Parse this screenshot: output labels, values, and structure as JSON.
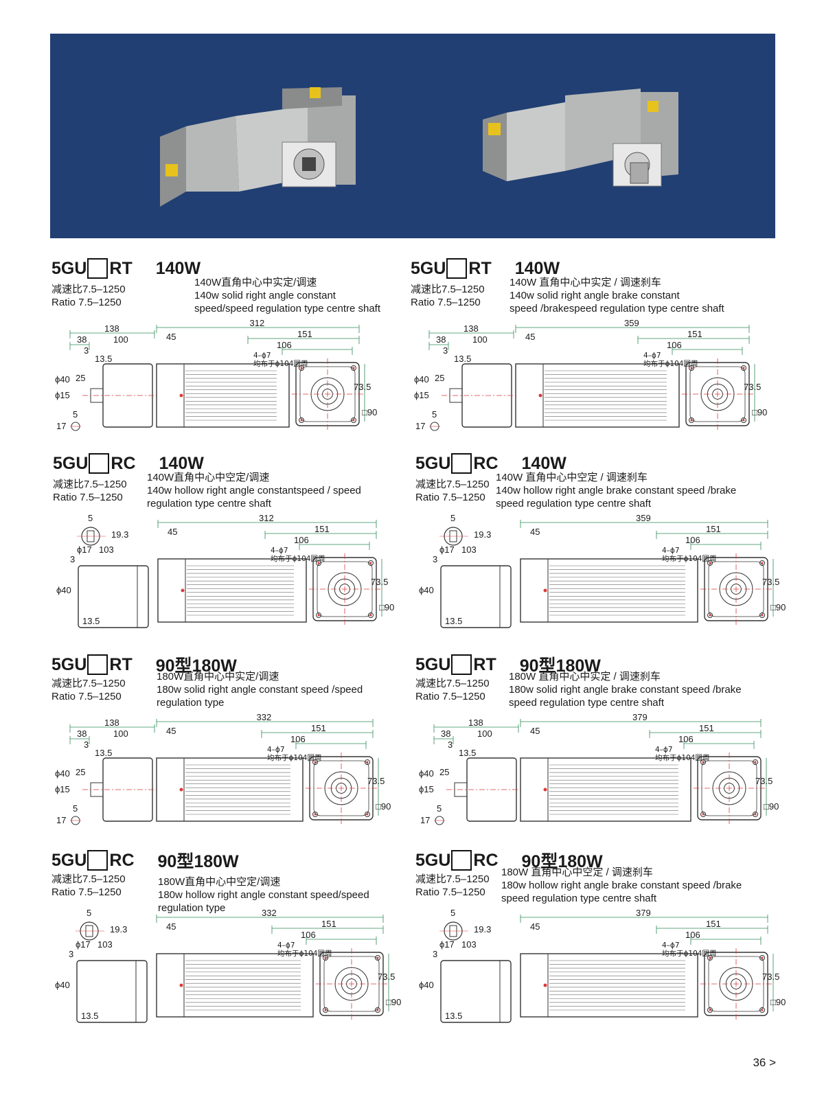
{
  "sections": [
    {
      "model": "5GU",
      "suffix": "RT",
      "power": "140W",
      "ratio_cn": "减速比7.5–1250",
      "ratio_en": "Ratio 7.5–1250",
      "desc_cn": "140W直角中心中实定/调速",
      "desc_en1": "140w solid right angle constant",
      "desc_en2": "speed/speed regulation type centre shaft",
      "dims": {
        "total": "312",
        "d151": "151",
        "d106": "106",
        "holes": "4–ϕ7",
        "holes_cn": "均布于ϕ104圆周",
        "d45": "45",
        "d73": "73.5",
        "d90": "□90",
        "d138": "138",
        "d38": "38",
        "d100": "100",
        "d3": "3",
        "d13": "13.5",
        "d40": "ϕ40",
        "d25": "25",
        "d15": "ϕ15",
        "d5": "5",
        "d17": "17"
      }
    },
    {
      "model": "5GU",
      "suffix": "RT",
      "power": "140W",
      "ratio_cn": "减速比7.5–1250",
      "ratio_en": "Ratio 7.5–1250",
      "desc_cn": "140W 直角中心中实定 / 调速刹车",
      "desc_en1": "140w solid right angle brake constant",
      "desc_en2": "speed /brakespeed regulation type centre shaft",
      "dims": {
        "total": "359",
        "d151": "151",
        "d106": "106",
        "holes": "4–ϕ7",
        "holes_cn": "均布于ϕ104圆周",
        "d45": "45",
        "d73": "73.5",
        "d90": "□90",
        "d138": "138",
        "d38": "38",
        "d100": "100",
        "d3": "3",
        "d13": "13.5",
        "d40": "ϕ40",
        "d25": "25",
        "d15": "ϕ15",
        "d5": "5",
        "d17": "17"
      }
    },
    {
      "model": "5GU",
      "suffix": "RC",
      "power": "140W",
      "ratio_cn": "减速比7.5–1250",
      "ratio_en": "Ratio 7.5–1250",
      "desc_cn": "140W直角中心中空定/调速",
      "desc_en1": "140w hollow right angle constantspeed / speed",
      "desc_en2": "regulation type centre shaft",
      "dims": {
        "total": "312",
        "d151": "151",
        "d106": "106",
        "holes": "4–ϕ7",
        "holes_cn": "均布于ϕ104圆周",
        "d45": "45",
        "d73": "73.5",
        "d90": "□90",
        "d5": "5",
        "d19": "19.3",
        "d17": "ϕ17",
        "d103": "103",
        "d3": "3",
        "d40": "ϕ40",
        "d13": "13.5"
      }
    },
    {
      "model": "5GU",
      "suffix": "RC",
      "power": "140W",
      "ratio_cn": "减速比7.5–1250",
      "ratio_en": "Ratio 7.5–1250",
      "desc_cn": "140W 直角中心中空定 / 调速刹车",
      "desc_en1": "140w hollow right angle brake constant  speed /brake",
      "desc_en2": "speed regulation type centre shaft",
      "dims": {
        "total": "359",
        "d151": "151",
        "d106": "106",
        "holes": "4–ϕ7",
        "holes_cn": "均布于ϕ104圆周",
        "d45": "45",
        "d73": "73.5",
        "d90": "□90",
        "d5": "5",
        "d19": "19.3",
        "d17": "ϕ17",
        "d103": "103",
        "d3": "3",
        "d40": "ϕ40",
        "d13": "13.5"
      }
    },
    {
      "model": "5GU",
      "suffix": "RT",
      "power": "90型180W",
      "ratio_cn": "减速比7.5–1250",
      "ratio_en": "Ratio 7.5–1250",
      "desc_cn": "180W直角中心中实定/调速",
      "desc_en1": "180w solid right angle constant speed /speed",
      "desc_en2": "regulation type",
      "dims": {
        "total": "332",
        "d151": "151",
        "d106": "106",
        "holes": "4–ϕ7",
        "holes_cn": "均布于ϕ104圆周",
        "d45": "45",
        "d73": "73.5",
        "d90": "□90",
        "d138": "138",
        "d38": "38",
        "d100": "100",
        "d3": "3",
        "d13": "13.5",
        "d40": "ϕ40",
        "d25": "25",
        "d15": "ϕ15",
        "d5": "5",
        "d17": "17"
      }
    },
    {
      "model": "5GU",
      "suffix": "RT",
      "power": "90型180W",
      "ratio_cn": "减速比7.5–1250",
      "ratio_en": "Ratio 7.5–1250",
      "desc_cn": "180W 直角中心中实定 / 调速刹车",
      "desc_en1": "180w solid right angle brake constant speed /brake",
      "desc_en2": "speed regulation type centre shaft",
      "dims": {
        "total": "379",
        "d151": "151",
        "d106": "106",
        "holes": "4–ϕ7",
        "holes_cn": "均布于ϕ104圆周",
        "d45": "45",
        "d73": "73.5",
        "d90": "□90",
        "d138": "138",
        "d38": "38",
        "d100": "100",
        "d3": "3",
        "d13": "13.5",
        "d40": "ϕ40",
        "d25": "25",
        "d15": "ϕ15",
        "d5": "5",
        "d17": "17"
      }
    },
    {
      "model": "5GU",
      "suffix": "RC",
      "power": "90型180W",
      "ratio_cn": "减速比7.5–1250",
      "ratio_en": "Ratio 7.5–1250",
      "desc_cn": "180W直角中心中空定/调速",
      "desc_en1": "180w hollow right angle constant  speed/speed",
      "desc_en2": "regulation type",
      "dims": {
        "total": "332",
        "d151": "151",
        "d106": "106",
        "holes": "4–ϕ7",
        "holes_cn": "均布于ϕ104圆周",
        "d45": "45",
        "d73": "73.5",
        "d90": "□90",
        "d5": "5",
        "d19": "19.3",
        "d17": "ϕ17",
        "d103": "103",
        "d3": "3",
        "d40": "ϕ40",
        "d13": "13.5"
      }
    },
    {
      "model": "5GU",
      "suffix": "RC",
      "power": "90型180W",
      "ratio_cn": "减速比7.5–1250",
      "ratio_en": "Ratio 7.5–1250",
      "desc_cn": "180W 直角中心中空定 / 调速刹车",
      "desc_en1": "180w hollow right angle brake constant speed /brake",
      "desc_en2": "speed regulation type centre shaft",
      "dims": {
        "total": "379",
        "d151": "151",
        "d106": "106",
        "holes": "4–ϕ7",
        "holes_cn": "均布于ϕ104圆周",
        "d45": "45",
        "d73": "73.5",
        "d90": "□90",
        "d5": "5",
        "d19": "19.3",
        "d17": "ϕ17",
        "d103": "103",
        "d3": "3",
        "d40": "ϕ40",
        "d13": "13.5"
      }
    }
  ],
  "page_number": "36 >",
  "colors": {
    "banner": "#213f73",
    "dim_line": "#2e8b57",
    "center_line": "#d93a3a",
    "outline": "#333333"
  }
}
